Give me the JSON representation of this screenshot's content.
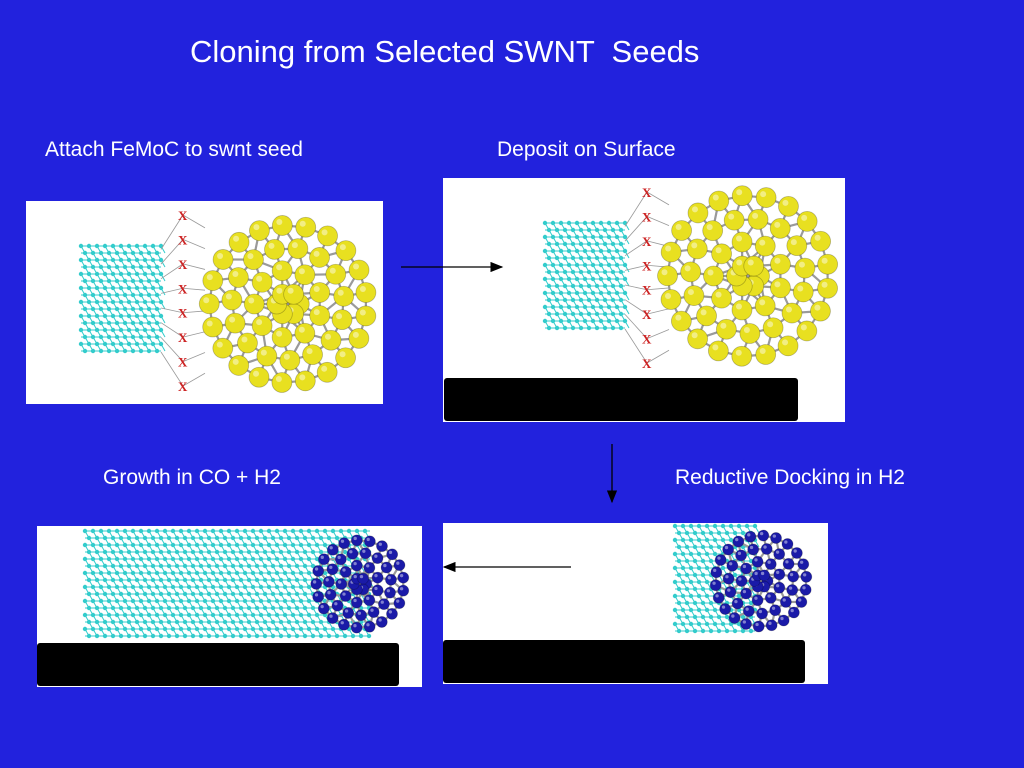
{
  "slide": {
    "title": "Cloning from Selected SWNT  Seeds",
    "background_color": "#2222dd",
    "text_color": "#ffffff"
  },
  "steps": [
    {
      "caption": "Attach FeMoC to swnt seed"
    },
    {
      "caption": "Deposit on Surface"
    },
    {
      "caption": "Reductive Docking in H2"
    },
    {
      "caption": "Growth in CO + H2"
    }
  ],
  "linker_marker": "X",
  "colors": {
    "nanotube": "#33cccc",
    "fullerene_gold": "#e8e020",
    "fullerene_blue": "#1a1aa8",
    "bond_gray": "#9a9a9a",
    "marker_red": "#cc2222",
    "substrate": "#000000"
  }
}
